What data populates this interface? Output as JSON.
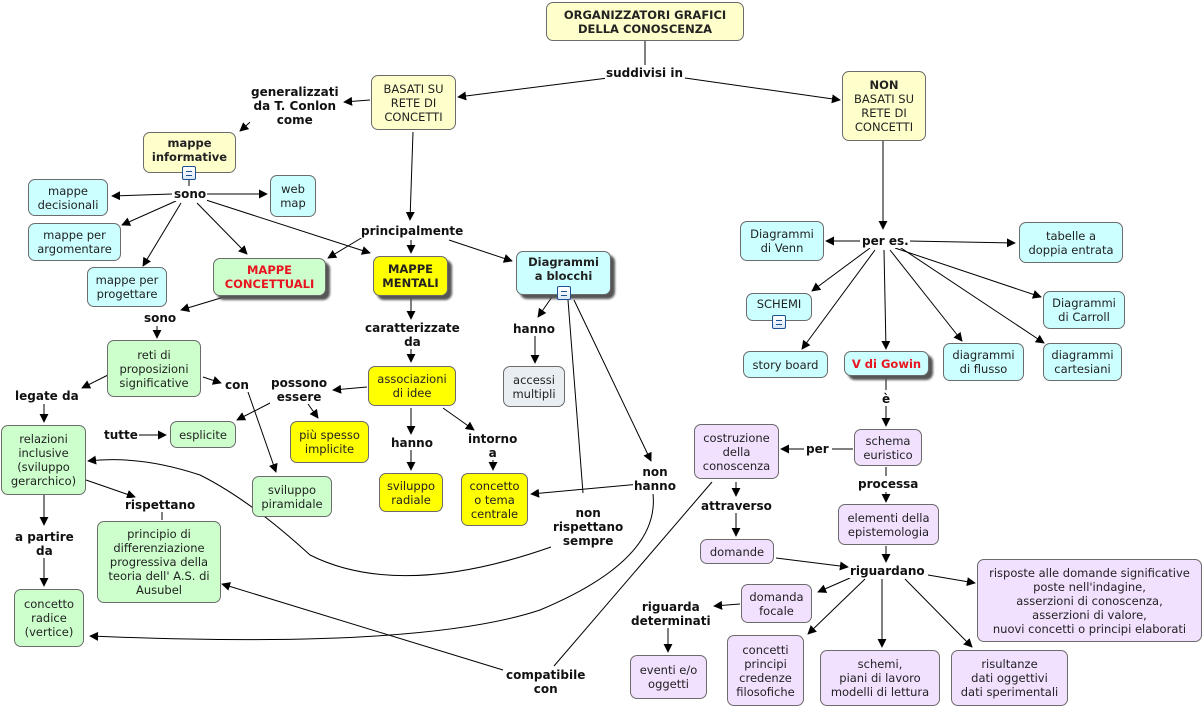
{
  "nodes": {
    "root": "ORGANIZZATORI GRAFICI\nDELLA CONOSCENZA",
    "basati": "BASATI SU\nRETE DI\nCONCETTI",
    "non_basati_1": "NON",
    "non_basati_2": "BASATI SU\nRETE DI\nCONCETTI",
    "mappe_informative": "mappe\ninformative",
    "mappe_decisionali": "mappe\ndecisionali",
    "mappe_argomentare": "mappe per\nargomentare",
    "mappe_progettare": "mappe per\nprogettare",
    "web_map": "web\nmap",
    "mappe_concettuali": "MAPPE\nCONCETTUALI",
    "mappe_mentali": "MAPPE\nMENTALI",
    "diagrammi_blocchi": "Diagrammi\na blocchi",
    "accessi_multipli": "accessi\nmultipli",
    "reti_proposizioni": "reti di\nproposizioni\nsignificative",
    "relazioni_inclusive": "relazioni\ninclusive\n(sviluppo\ngerarchico)",
    "esplicite": "esplicite",
    "piu_spesso_implicite": "più spesso\nimplicite",
    "sviluppo_piramidale": "sviluppo\npiramidale",
    "principio": "principio di\ndifferenziazione\nprogressiva della\nteoria dell' A.S. di\nAusubel",
    "concetto_radice": "concetto\nradice\n(vertice)",
    "associazioni_idee": "associazioni\ndi idee",
    "sviluppo_radiale": "sviluppo\nradiale",
    "concetto_tema": "concetto\no tema\ncentrale",
    "venn": "Diagrammi\ndi Venn",
    "tabelle": "tabelle a\ndoppia entrata",
    "schemi": "SCHEMI",
    "carroll": "Diagrammi\ndi Carroll",
    "story_board": "story board",
    "v_gowin": "V di Gowin",
    "diagrammi_flusso": "diagrammi\ndi flusso",
    "diagrammi_cartesiani": "diagrammi\ncartesiani",
    "costruzione": "costruzione\ndella\nconoscenza",
    "schema_euristico": "schema\neuristico",
    "elementi": "elementi della\nepistemologia",
    "domande": "domande",
    "risposte": "risposte alle domande significative\nposte nell'indagine,\nasserzioni di conoscenza,\nasserzioni di valore,\nnuovi concetti o principi elaborati",
    "domanda_focale": "domanda\nfocale",
    "eventi": "eventi e/o\noggetti",
    "concetti_principi": "concetti\nprincipi\ncredenze\nfilosofiche",
    "schemi_piani": "schemi,\npiani di lavoro\nmodelli di lettura",
    "risultanze": "risultanze\ndati oggettivi\ndati sperimentali"
  },
  "labels": {
    "suddivisi_in": "suddivisi in",
    "generalizzati": "generalizzati\nda T. Conlon\ncome",
    "sono_1": "sono",
    "principalmente": "principalmente",
    "sono_2": "sono",
    "hanno_1": "hanno",
    "con": "con",
    "legate_da": "legate da",
    "tutte": "tutte",
    "possono_essere": "possono\nessere",
    "caratterizzate_da": "caratterizzate\nda",
    "hanno_2": "hanno",
    "intorno_a": "intorno\na",
    "non_hanno": "non\nhanno",
    "non_rispettano_sempre": "non\nrispettano\nsempre",
    "rispettano": "rispettano",
    "a_partire_da": "a partire\nda",
    "compatibile_con": "compatibile\ncon",
    "per_es": "per es.",
    "e_accent": "è",
    "per": "per",
    "processa": "processa",
    "attraverso": "attraverso",
    "riguardano": "riguardano",
    "riguarda_determinati": "riguarda\ndeterminati"
  }
}
